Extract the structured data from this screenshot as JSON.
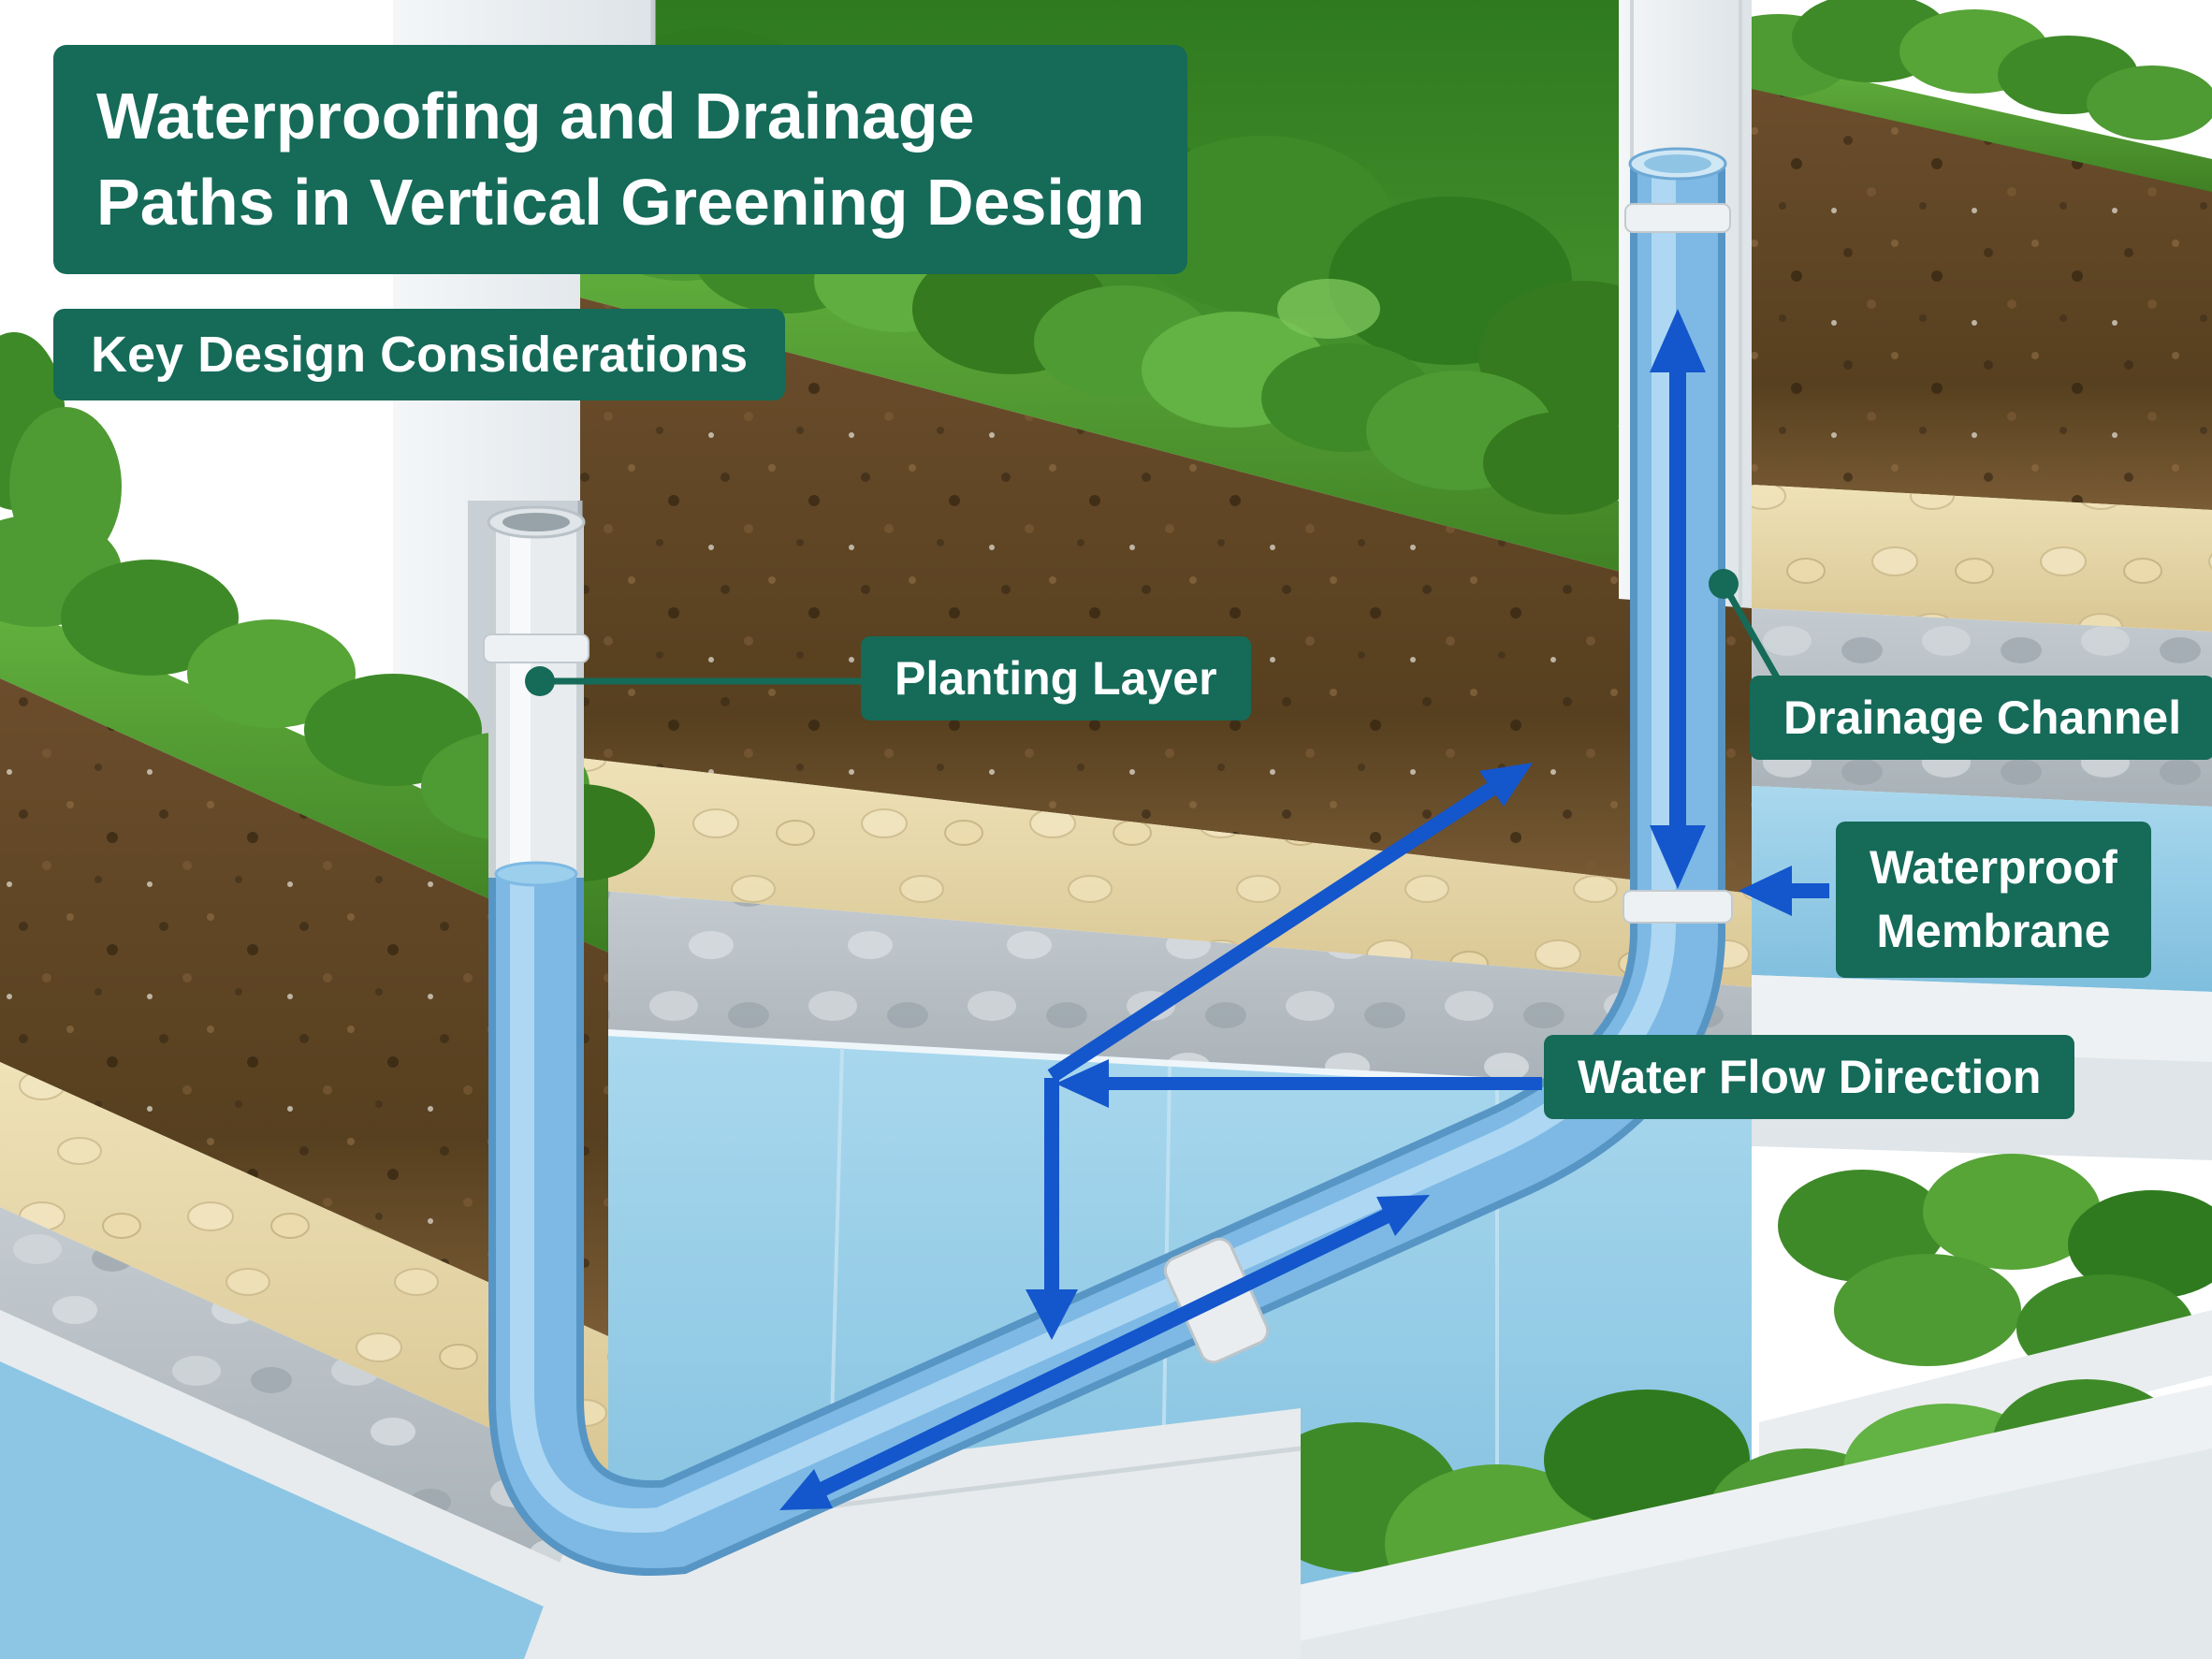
{
  "title": {
    "line1": "Waterproofing and Drainage",
    "line2": "Paths in Vertical Greening Design"
  },
  "subtitle": "Key Design Considerations",
  "labels": {
    "planting_layer": "Planting Layer",
    "drainage_channel": "Drainage Channel",
    "waterproof_membrane_line1": "Waterproof",
    "waterproof_membrane_line2": "Membrane",
    "water_flow_direction": "Water Flow Direction"
  },
  "colors": {
    "label_bg": "#156a58",
    "label_text": "#ffffff",
    "arrow_blue": "#1456cc",
    "connector_teal": "#156a58",
    "pipe_blue": "#7db9e4",
    "pipe_outline": "#5795c4",
    "membrane_blue": "#9fd2ea",
    "soil_brown": "#5d4226",
    "grass_green": "#55a236",
    "gravel_tan": "#e5d6ab",
    "concrete_gray": "#b7bfc4",
    "wall_white": "#eef1f3"
  }
}
